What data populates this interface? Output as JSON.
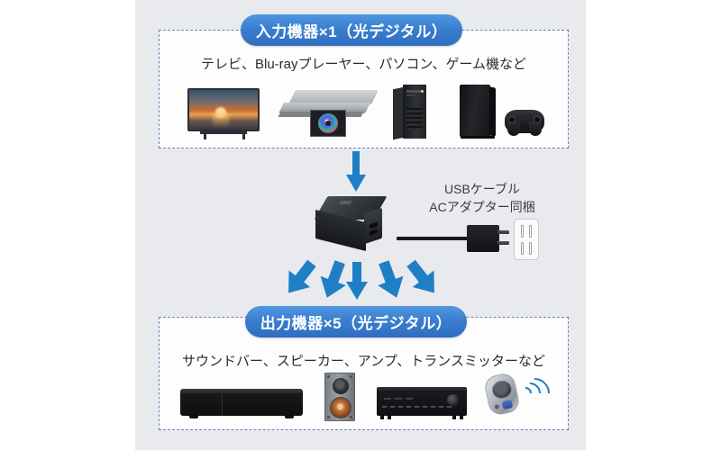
{
  "diagram": {
    "background_color": "#e8eaee",
    "accent_color": "#3a7fd0",
    "arrow_color": "#1f7fc4",
    "panel_border_color": "#6d7fb4"
  },
  "input_section": {
    "badge_label": "入力機器×1（光デジタル）",
    "caption": "テレビ、Blu-rayプレーヤー、パソコン、ゲーム機など",
    "devices": [
      {
        "name": "television",
        "label": "テレビ"
      },
      {
        "name": "bluray-player",
        "label": "Blu-rayプレーヤー"
      },
      {
        "name": "desktop-pc",
        "label": "パソコン"
      },
      {
        "name": "game-console",
        "label": "ゲーム機"
      },
      {
        "name": "game-controller",
        "label": "コントローラー"
      }
    ]
  },
  "center_section": {
    "device_name": "optical-audio-splitter",
    "accessory_text_line1": "USBケーブル",
    "accessory_text_line2": "ACアダプター同梱",
    "accessories": [
      {
        "name": "usb-cable"
      },
      {
        "name": "ac-adapter"
      },
      {
        "name": "wall-outlet"
      }
    ],
    "input_arrow_count": 1,
    "output_arrow_count": 5
  },
  "output_section": {
    "badge_label": "出力機器×5（光デジタル）",
    "caption": "サウンドバー、スピーカー、アンプ、トランスミッターなど",
    "devices": [
      {
        "name": "soundbar",
        "label": "サウンドバー"
      },
      {
        "name": "bookshelf-speaker",
        "label": "スピーカー"
      },
      {
        "name": "av-amplifier",
        "label": "アンプ"
      },
      {
        "name": "bluetooth-transmitter",
        "label": "トランスミッター"
      }
    ]
  }
}
